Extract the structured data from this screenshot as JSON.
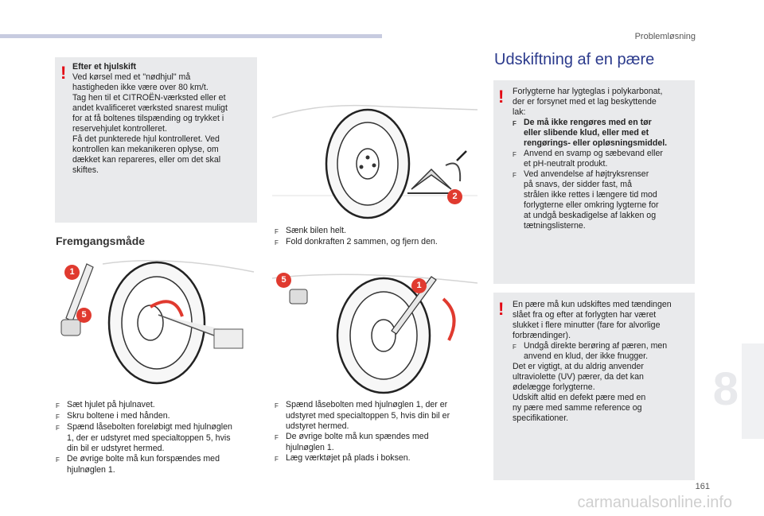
{
  "header": {
    "section": "Problemløsning"
  },
  "note_box": {
    "warn_symbol": "!",
    "title": "Efter et hjulskift",
    "lines": [
      "Ved kørsel med et \"nødhjul\" må",
      "hastigheden ikke være over 80 km/t.",
      "Tag hen til et CITROËN-værksted eller et",
      "andet kvalificeret værksted snarest muligt",
      "for at få boltenes tilspænding og trykket i",
      "reservehjulet kontrolleret.",
      "Få det punkterede hjul kontrolleret. Ved",
      "kontrollen kan mekanikeren oplyse, om",
      "dækket kan repareres, eller om det skal",
      "skiftes."
    ]
  },
  "procedure": {
    "heading": "Fremgangsmåde",
    "callout_1": "1",
    "callout_2": "2",
    "callout_5": "5",
    "bullet": "F",
    "left_steps": [
      "Sæt hjulet på hjulnavet.",
      "Skru boltene i med hånden.",
      "Spænd låsebolten foreløbigt med hjulnøglen",
      "1, der er udstyret med specialtoppen 5, hvis",
      "din bil er udstyret hermed.",
      "De øvrige bolte må kun forspændes med",
      "hjulnøglen 1."
    ],
    "mid_top_steps": [
      "Sænk bilen helt.",
      "Fold donkraften 2 sammen, og fjern den."
    ],
    "mid_bottom_steps": [
      "Spænd låsebolten med hjulnøglen 1, der er",
      "udstyret med specialtoppen 5, hvis din bil er",
      "udstyret hermed.",
      "De øvrige bolte må kun spændes med",
      "hjulnøglen 1.",
      "Læg værktøjet på plads i boksen."
    ]
  },
  "bulb": {
    "heading": "Udskiftning af en pære",
    "box1": {
      "intro": [
        "Forlygterne har lygteglas i polykarbonat,",
        "der er forsynet med et lag beskyttende",
        "lak:"
      ],
      "b1": [
        "De må ikke rengøres med en tør",
        "eller slibende klud, eller med et",
        "rengørings- eller opløsningsmiddel."
      ],
      "b2": [
        "Anvend en svamp og sæbevand eller",
        "et pH-neutralt produkt."
      ],
      "b3": [
        "Ved anvendelse af højtryksrenser",
        "på snavs, der sidder fast, må",
        "strålen ikke rettes i længere tid mod",
        "forlygterne eller omkring lygterne for",
        "at undgå beskadigelse af lakken og",
        "tætningslisterne."
      ]
    },
    "box2": {
      "intro": [
        "En pære må kun udskiftes med tændingen",
        "slået fra og efter at forlygten har været",
        "slukket i flere minutter (fare for alvorlige",
        "forbrændinger)."
      ],
      "b1": [
        "Undgå direkte berøring af pæren, men",
        "anvend en klud, der ikke fnugger."
      ],
      "outro": [
        "Det er vigtigt, at du aldrig anvender",
        "ultraviolette (UV) pærer, da det kan",
        "ødelægge forlygterne.",
        "Udskift altid en defekt pære med en",
        "ny pære med samme reference og",
        "specifikationer."
      ]
    }
  },
  "footer": {
    "chapter": "8",
    "page": "161",
    "watermark": "carmanualsonline.info"
  },
  "colors": {
    "accent_blue": "#2b3a8c",
    "warn_red": "#e30613",
    "callout_red": "#e03a2f",
    "box_grey": "#e9eaec"
  }
}
